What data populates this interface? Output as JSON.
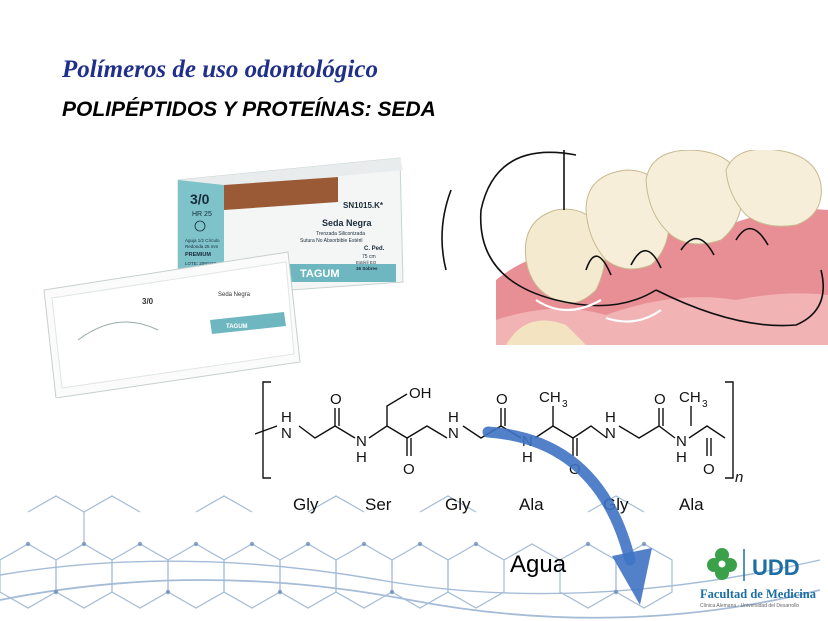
{
  "slide": {
    "title": "Polímeros de uso odontológico",
    "subtitle": "POLIPÉPTIDOS Y PROTEÍNAS: SEDA"
  },
  "package": {
    "gauge": "3/0",
    "needle": "HR 25",
    "code": "SN1015.K*",
    "brand": "TAGUM",
    "product": "Seda Negra",
    "description_1": "Trenzada Siliconizada",
    "description_2": "Sutura No Absorbible Estéril",
    "description_3": "C. Ped.",
    "length": "75 cm",
    "sterility": "Estéril EO",
    "count": "36 Sobres",
    "premium": "PREMIUM",
    "needle_desc_1": "Aguja 1/2 Círculo",
    "needle_desc_2": "Redonda 25 mm",
    "lot": "LOTE: 2091150",
    "envelope_gauge": "3/0",
    "envelope_product": "Seda Negra",
    "envelope_brand": "TAGUM"
  },
  "structure": {
    "residues": [
      "Gly",
      "Ser",
      "Gly",
      "Ala",
      "Gly",
      "Ala"
    ],
    "subscript": "n",
    "group_oh": "OH",
    "group_ch3": "CH",
    "ch3_sub": "3",
    "atom_h": "H",
    "atom_n": "N",
    "atom_o": "O"
  },
  "annotation": {
    "arrow_label": "Agua"
  },
  "logo": {
    "acronym": "UDD",
    "faculty": "Facultad de Medicina",
    "institution": "Clínica Alemana - Universidad del Desarrollo"
  },
  "colors": {
    "title": "#1f2f8a",
    "arrow": "#3f73c4",
    "pattern": "#5d87b7",
    "logo_green": "#3aa14a",
    "logo_blue": "#1c6ea4",
    "box_teal": "#6fb7c0"
  }
}
